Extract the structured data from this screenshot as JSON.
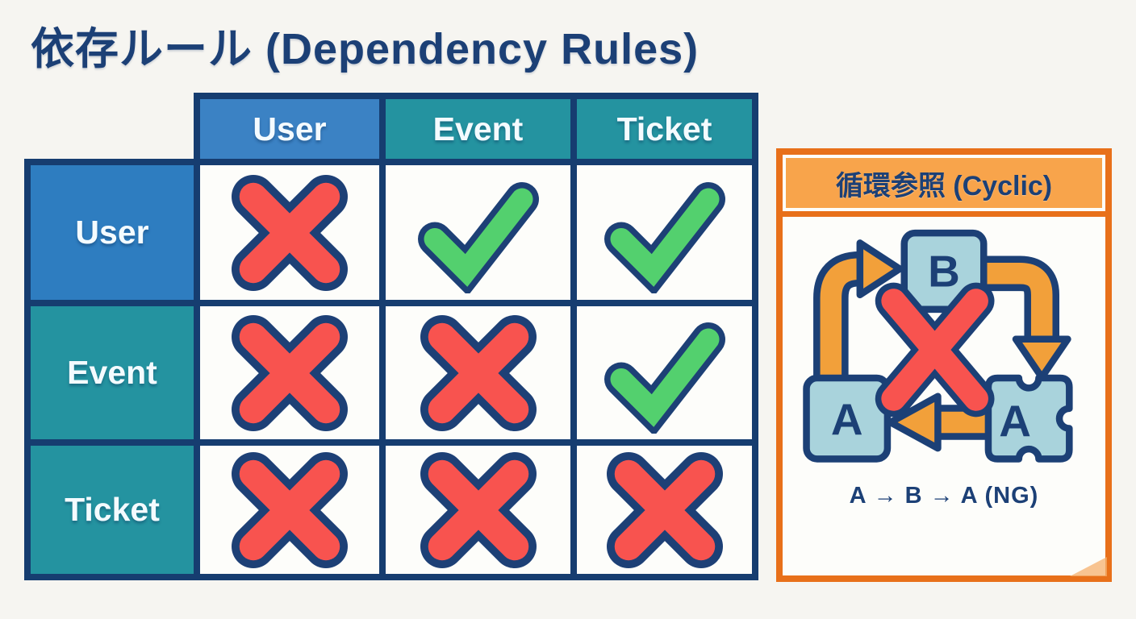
{
  "title": "依存ルール (Dependency Rules)",
  "matrix": {
    "columns": [
      "User",
      "Event",
      "Ticket"
    ],
    "rows": [
      {
        "label": "User",
        "cells": [
          "no",
          "yes",
          "yes"
        ]
      },
      {
        "label": "Event",
        "cells": [
          "no",
          "no",
          "yes"
        ]
      },
      {
        "label": "Ticket",
        "cells": [
          "no",
          "no",
          "no"
        ]
      }
    ],
    "legend": {
      "yes_icon": "check-mark",
      "no_icon": "cross-mark"
    }
  },
  "cyclic_panel": {
    "title": "循環参照 (Cyclic)",
    "node_b": "B",
    "node_a": "A",
    "node_a2": "A",
    "caption": "A → B → A (NG)"
  },
  "colors": {
    "navy": "#1c4076",
    "table_border": "#163d70",
    "header_blue": "#3b82c4",
    "header_teal": "#2493a0",
    "row_blue": "#2e7dc0",
    "cross_red": "#f8534f",
    "check_green": "#53d06e",
    "panel_border_orange": "#e8701a",
    "panel_band_orange": "#f8a44b",
    "arrow_orange": "#f2a03a",
    "node_light_blue": "#a9d3dc",
    "background": "#f6f5f1"
  }
}
